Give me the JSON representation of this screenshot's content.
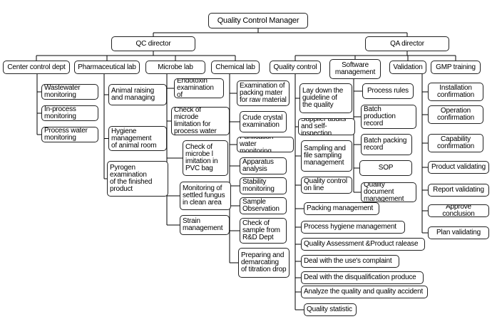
{
  "root": "Quality Control Manager",
  "directors": {
    "qc": "QC director",
    "qa": "QA director"
  },
  "departments": {
    "center_control": "Center control dept",
    "pharmaceutical_lab": "Pharmaceutical lab",
    "microbe_lab": "Microbe lab",
    "chemical_lab": "Chemical lab",
    "quality_control": "Quality control",
    "software_management": "Software\nmanagement",
    "validation": "Validation",
    "gmp_training": "GMP training"
  },
  "tasks": {
    "center_control": [
      "Wastewater\nmonitoring",
      "In-process\nmonitoring",
      "Process water\nmonitoring"
    ],
    "pharmaceutical_lab": [
      "Animal raising\nand managing",
      "Hygiene\nmanagement\nof animal room",
      "Pyrogen\nexamination\nof the finished\nproduct"
    ],
    "microbe_lab": [
      "Endotoxin\nexamination of",
      "Check of microde\nlimitation for\nprocess water",
      "Check of\nmicrobe l\nimitation in\nPVC bag",
      "Monitoring of\nsettled fungus\nin clean area",
      "Strain\nmanagement"
    ],
    "chemical_lab": [
      "Examination of\npacking mater\nfor raw material",
      "Crude crystal\nexamination",
      "Purification water\nmonitoring",
      "Apparatus\nanalysis",
      "Stability\nmonitoring",
      "Sample\nObservation",
      "Check of\nsample from\nR&D Dept",
      "Preparing and\ndemarcating\nof titration drop"
    ],
    "quality_control": [
      "Lay down the\nguideline of\nthe quality",
      "Supplier audits\nand self-inspection",
      "Sampling and\nfile sampling\nmanagement",
      "Quality control\non line",
      "Packing management",
      "Process hygiene management",
      "Quality Assessment &Product ralease",
      "Deal with the use's complaint",
      "Deal with the disqualification produce",
      "Analyze the quality and quality accident",
      "Quality statistic"
    ],
    "software_management": [
      "Process rules",
      "Batch production\nrecord",
      "Batch packing\nrecord",
      "SOP",
      "Quality document\nmanagement"
    ],
    "validation": [
      "Installation\nconfirmation",
      "Operation\nconfirmation",
      "Capability\nconfirmation",
      "Product validating",
      "Report validating",
      "Approve conclusion",
      "Plan validating"
    ]
  }
}
